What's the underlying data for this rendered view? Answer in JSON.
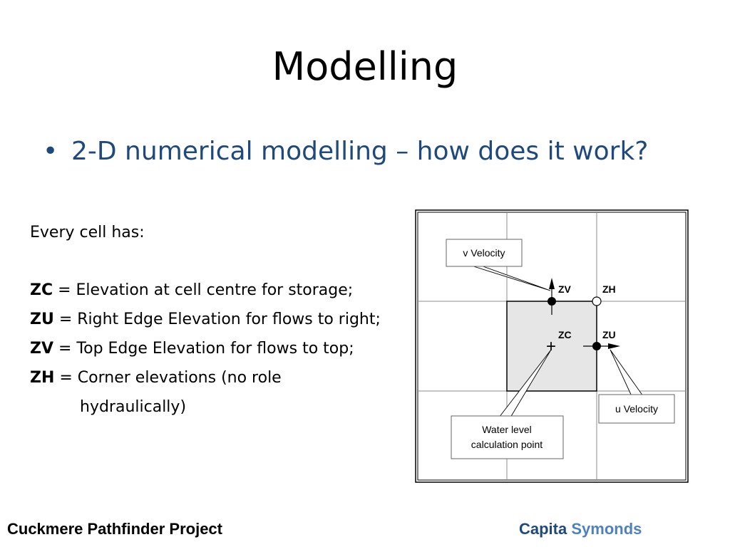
{
  "slide": {
    "title": "Modelling",
    "bullet": "2-D numerical modelling – how does it work?",
    "intro": "Every cell has:",
    "items": [
      {
        "code": "ZC",
        "text": " = Elevation at cell centre for storage;"
      },
      {
        "code": "ZU",
        "text": " = Right Edge Elevation for flows to right;"
      },
      {
        "code": "ZV",
        "text": " = Top Edge Elevation for flows to top;"
      },
      {
        "code": "ZH",
        "text": " = Corner elevations (no role"
      }
    ],
    "item_continuation": "hydraulically)"
  },
  "diagram": {
    "labels": {
      "zv": "ZV",
      "zh": "ZH",
      "zc": "ZC",
      "zu": "ZU"
    },
    "callouts": {
      "v_velocity": "v Velocity",
      "u_velocity": "u Velocity",
      "water_level_line1": "Water level",
      "water_level_line2": "calculation point"
    },
    "colors": {
      "grid": "#8c8c8c",
      "cell_fill": "#e6e6e6",
      "outline": "#000000"
    }
  },
  "footer": {
    "project": "Cuckmere Pathfinder Project",
    "company_part1": "Capita",
    "company_part2": "Symonds"
  }
}
